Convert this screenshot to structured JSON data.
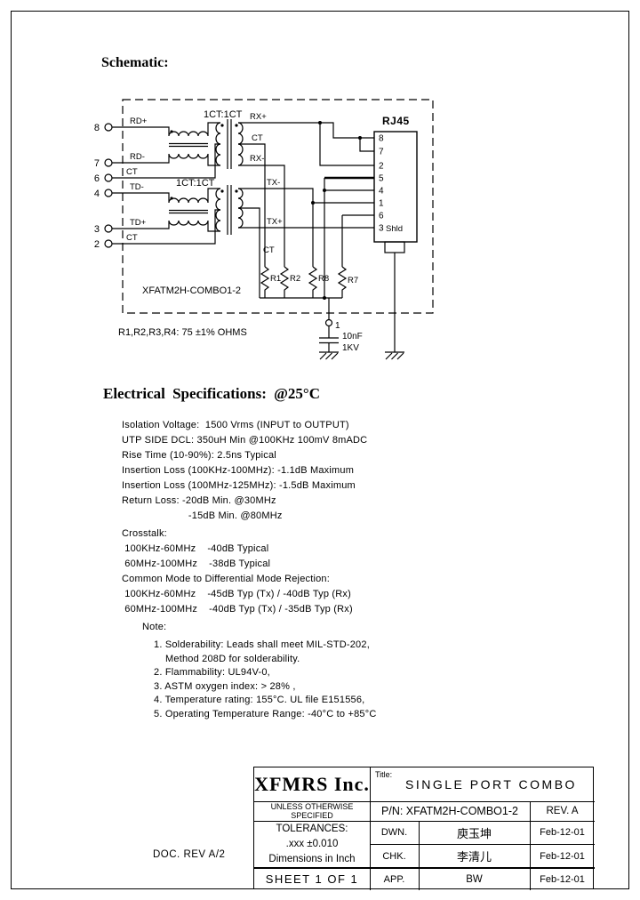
{
  "ink": "#000000",
  "headings": {
    "schematic": "Schematic:",
    "electrical": "Electrical  Specifications: @25°C"
  },
  "schematic": {
    "enclosure_label": "XFATM2H-COMBO1-2",
    "resistor_note": "R1,R2,R3,R4: 75 ±1% OHMS",
    "ratio_top": "1CT:1CT",
    "ratio_bottom": "1CT:1CT",
    "left_pins": [
      {
        "num": "8",
        "label": "RD+"
      },
      {
        "num": "7",
        "label": "RD-"
      },
      {
        "num": "6",
        "label": "CT"
      },
      {
        "num": "4",
        "label": "TD-"
      },
      {
        "num": "3",
        "label": "TD+"
      },
      {
        "num": "2",
        "label": "CT"
      }
    ],
    "secondary_labels": {
      "rx_plus": "RX+",
      "rx_ct": "CT",
      "rx_minus": "RX-",
      "tx_minus": "TX-",
      "tx_plus": "TX+",
      "tx_ct": "CT"
    },
    "rj45": {
      "title": "RJ45",
      "pins": [
        "8",
        "7",
        "2",
        "5",
        "4",
        "1",
        "6",
        "3"
      ],
      "shield": "Shld"
    },
    "resistors": [
      "R1",
      "R2",
      "R8",
      "R7"
    ],
    "capacitor": {
      "terminal": "1",
      "value": "10nF",
      "rating": "1KV"
    }
  },
  "specs": {
    "lines": [
      "Isolation Voltage:  1500 Vrms (INPUT to OUTPUT)",
      "UTP SIDE DCL: 350uH Min @100KHz 100mV 8mADC",
      "Rise Time (10-90%): 2.5ns Typical",
      "Insertion Loss (100KHz-100MHz): -1.1dB Maximum",
      "Insertion Loss (100MHz-125MHz): -1.5dB Maximum",
      "Return Loss: -20dB Min. @30MHz",
      "                       -15dB Min. @80MHz"
    ]
  },
  "crosstalk": {
    "lines": [
      "Crosstalk:",
      " 100KHz-60MHz    -40dB Typical",
      " 60MHz-100MHz    -38dB Typical",
      "Common Mode to Differential Mode Rejection:",
      " 100KHz-60MHz    -45dB Typ (Tx) / -40dB Typ (Rx)",
      " 60MHz-100MHz    -40dB Typ (Tx) / -35dB Typ (Rx)"
    ]
  },
  "notes": {
    "title": "Note:",
    "lines": [
      "1. Solderability: Leads shall meet MIL-STD-202,",
      "    Method 208D for solderability.",
      "2. Flammability: UL94V-0,",
      "3. ASTM oxygen index: > 28% ,",
      "4. Temperature rating: 155°C. UL file E151556,",
      "5. Operating Temperature Range: -40°C to +85°C"
    ]
  },
  "title_block": {
    "company": "XFMRS Inc.",
    "title_label": "Title:",
    "title": "SINGLE PORT COMBO",
    "part_number": "P/N: XFATM2H-COMBO1-2",
    "revision": "REV. A",
    "spec_note": "UNLESS OTHERWISE SPECIFIED",
    "tolerances_heading": "TOLERANCES:",
    "tolerances_value": ".xxx ±0.010",
    "dimensions_note": "Dimensions in Inch",
    "sheet": "SHEET 1 OF 1",
    "approvals": [
      {
        "role": "DWN.",
        "signature": "庾玉坤",
        "date": "Feb-12-01"
      },
      {
        "role": "CHK.",
        "signature": "李清儿",
        "date": "Feb-12-01"
      },
      {
        "role": "APP.",
        "signature": "BW",
        "date": "Feb-12-01"
      }
    ]
  },
  "doc_rev": "DOC. REV A/2"
}
